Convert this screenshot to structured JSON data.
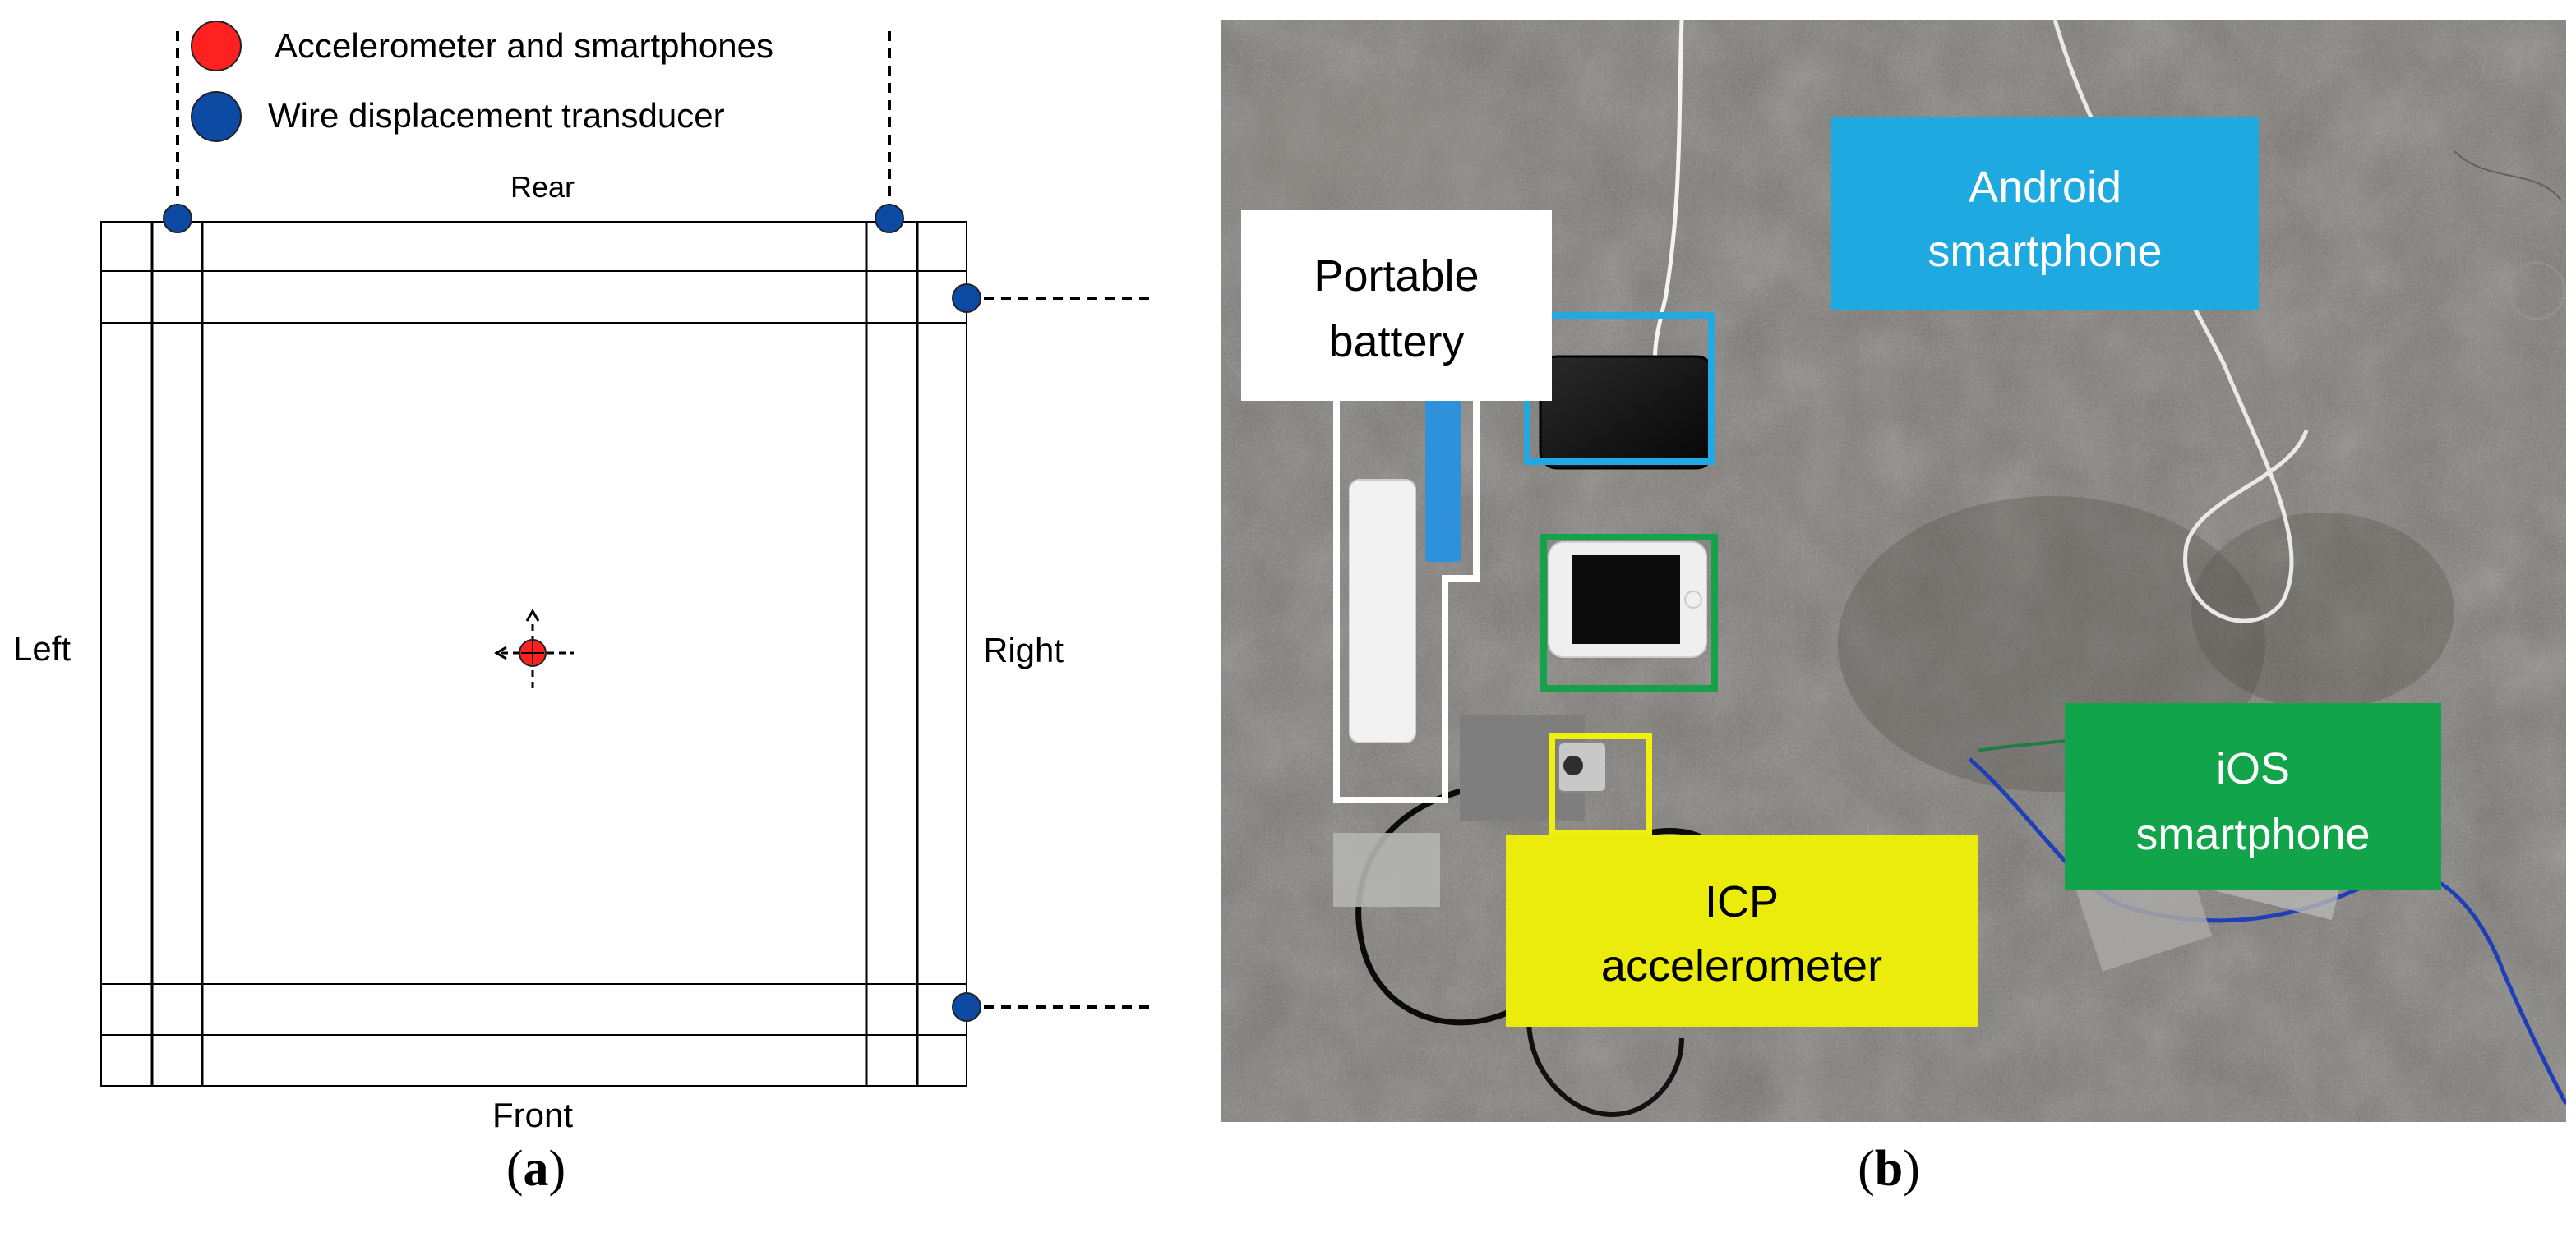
{
  "panel_a": {
    "legend": {
      "accelerometer": {
        "label": "Accelerometer and smartphones",
        "color": "#ff2020"
      },
      "wire": {
        "label": "Wire displacement transducer",
        "color": "#0d4aa3"
      }
    },
    "labels": {
      "rear": "Rear",
      "front": "Front",
      "left": "Left",
      "right": "Right"
    },
    "caption": {
      "open": "(",
      "letter": "a",
      "close": ")"
    }
  },
  "panel_b": {
    "callouts": {
      "portable_battery": {
        "line1": "Portable",
        "line2": "battery",
        "color": "#ffffff",
        "text_color": "#000000"
      },
      "android": {
        "line1": "Android",
        "line2": "smartphone",
        "color": "#1ea9e1",
        "text_color": "#ffffff"
      },
      "ios": {
        "line1": "iOS",
        "line2": "smartphone",
        "color": "#12a44a",
        "text_color": "#ffffff"
      },
      "icp": {
        "line1": "ICP",
        "line2": "accelerometer",
        "color": "#ecec0c",
        "text_color": "#000000"
      }
    },
    "caption": {
      "open": "(",
      "letter": "b",
      "close": ")"
    }
  }
}
